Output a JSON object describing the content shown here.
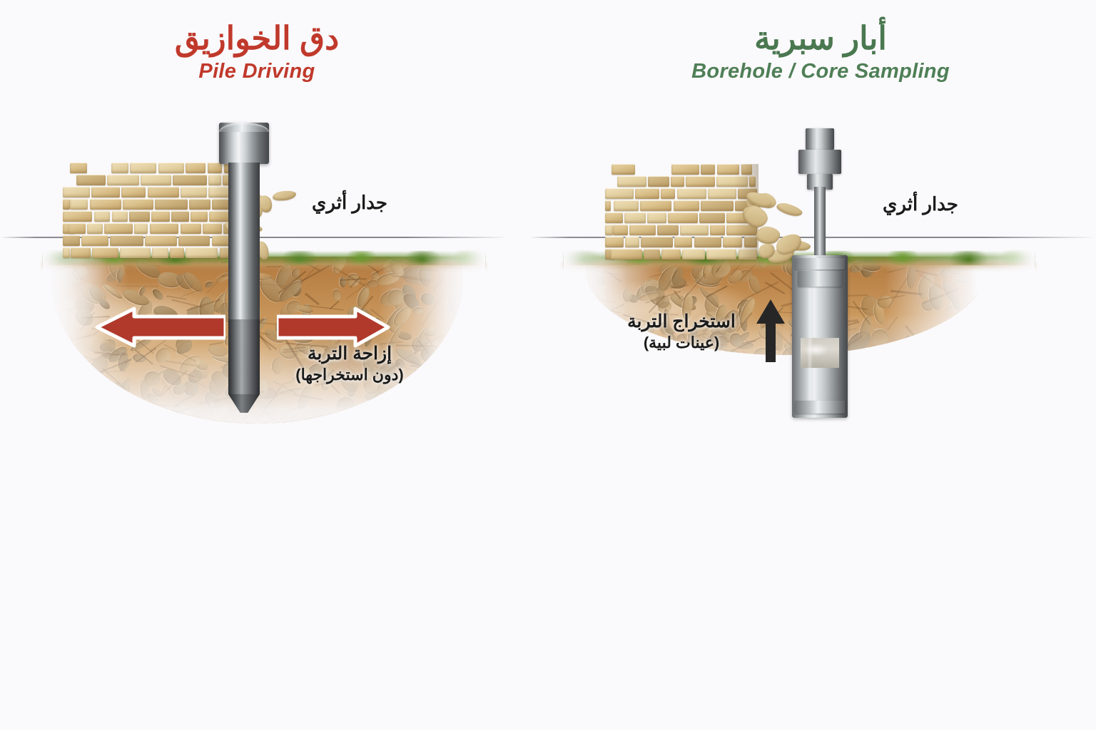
{
  "background_color": "#FAF9FB",
  "panels": {
    "left": {
      "title_ar": "دق الخوازيق",
      "title_en": "Pile Driving",
      "accent_color": "#C0392B",
      "wall_label_ar": "جدار أثري",
      "caption_main_ar": "إزاحة التربة",
      "caption_sub_ar": "(دون استخراجها)",
      "arrow_color": "#B0392C",
      "arrow_outline_color": "#FFFFFF",
      "arrow_left_name": "left-displacement-arrow",
      "arrow_right_name": "right-displacement-arrow",
      "equipment_name": "driven-pile"
    },
    "right": {
      "title_ar": "أبار سبرية",
      "title_en": "Borehole / Core Sampling",
      "accent_color": "#4A7850",
      "wall_label_ar": "جدار أثري",
      "caption_main_ar": "استخراج التربة",
      "caption_sub_ar": "(عينات لبية)",
      "arrow_color": "#262626",
      "arrow_up_name": "soil-extraction-arrow",
      "equipment_name": "core-sampler"
    }
  },
  "scene": {
    "ground_line_color": "#787A80",
    "grass_color": "#5C8B2B",
    "soil_color": "#C4955E",
    "wall_stone_color": "#DDC490",
    "steel_color": "#8A8F92",
    "core_tan_color": "#C2A069",
    "core_gray_color": "#CFCCC4"
  }
}
